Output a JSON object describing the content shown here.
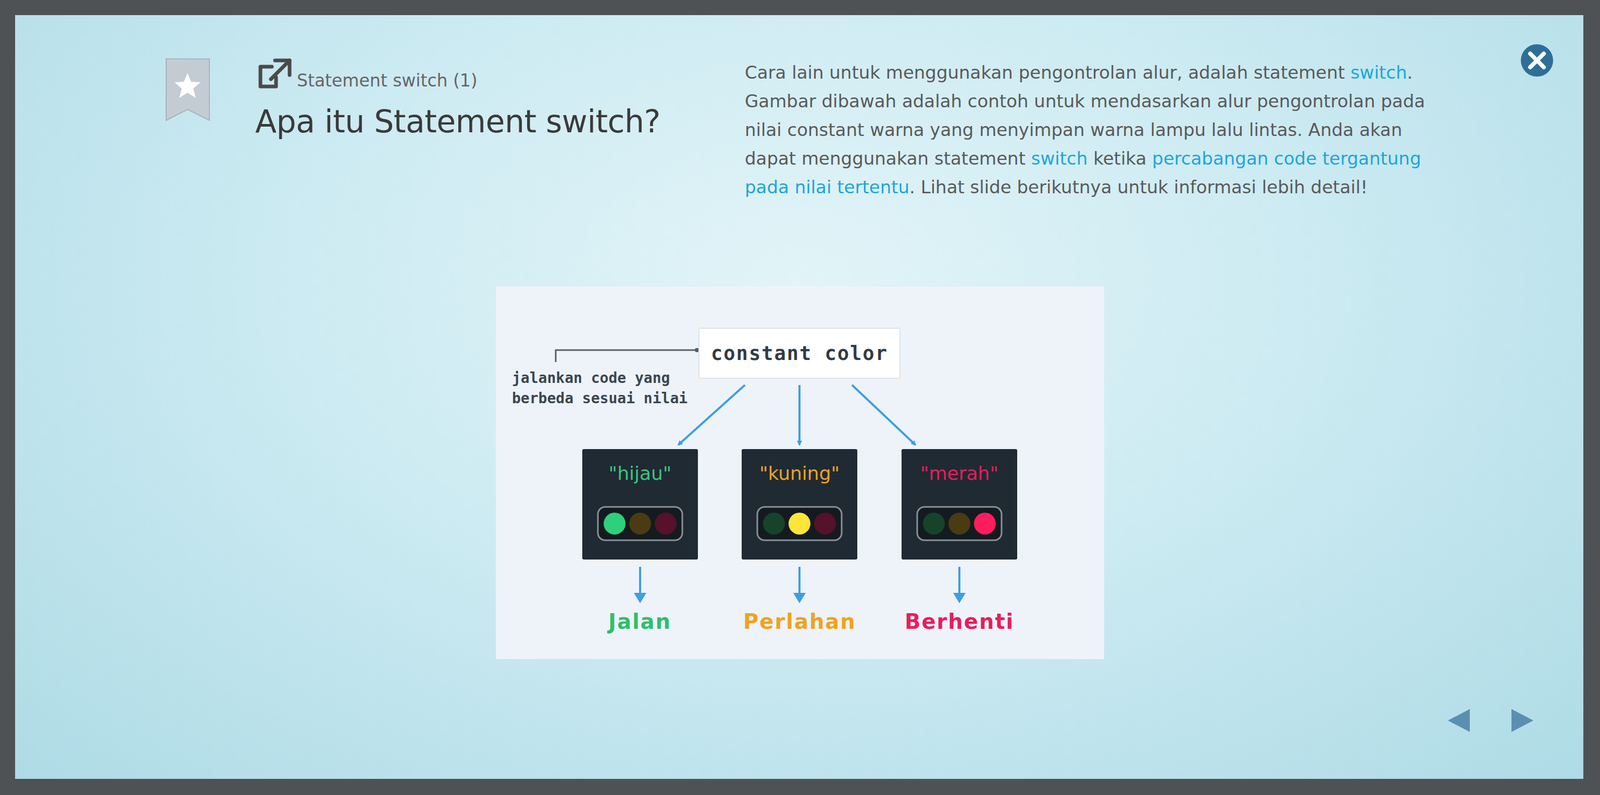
{
  "diagram": {
    "title": "Apa itu Statement switch?",
    "nodes": [
      {
        "text": [
          "constant color"
        ]
      },
      {
        "text": [
          "\"hijau\""
        ]
      },
      {
        "text": [
          "\"kuning\""
        ]
      },
      {
        "text": [
          "\"merah\""
        ]
      }
    ],
    "edges": [
      {
        "from": 0,
        "to": 1,
        "arrow": "to"
      },
      {
        "from": 0,
        "to": 2,
        "arrow": "to"
      },
      {
        "from": 0,
        "to": 3,
        "arrow": "to"
      }
    ],
    "labels": [
      "Statement switch (1)",
      "Cara lain untuk menggunakan pengontrolan alur, adalah statement",
      "switch",
      ". Gambar dibawah adalah contoh untuk mendasarkan alur pengontrolan pada nilai constant warna yang menyimpan warna lampu lalu lintas. Anda akan dapat menggunakan statement",
      "switch",
      "ketika",
      "percabangan code tergantung pada nilai tertentu",
      ". Lihat slide berikutnya untuk informasi lebih detail!",
      "jalankan code yang berbeda sesuai nilai",
      "Jalan",
      "Perlahan",
      "Berhenti"
    ]
  }
}
